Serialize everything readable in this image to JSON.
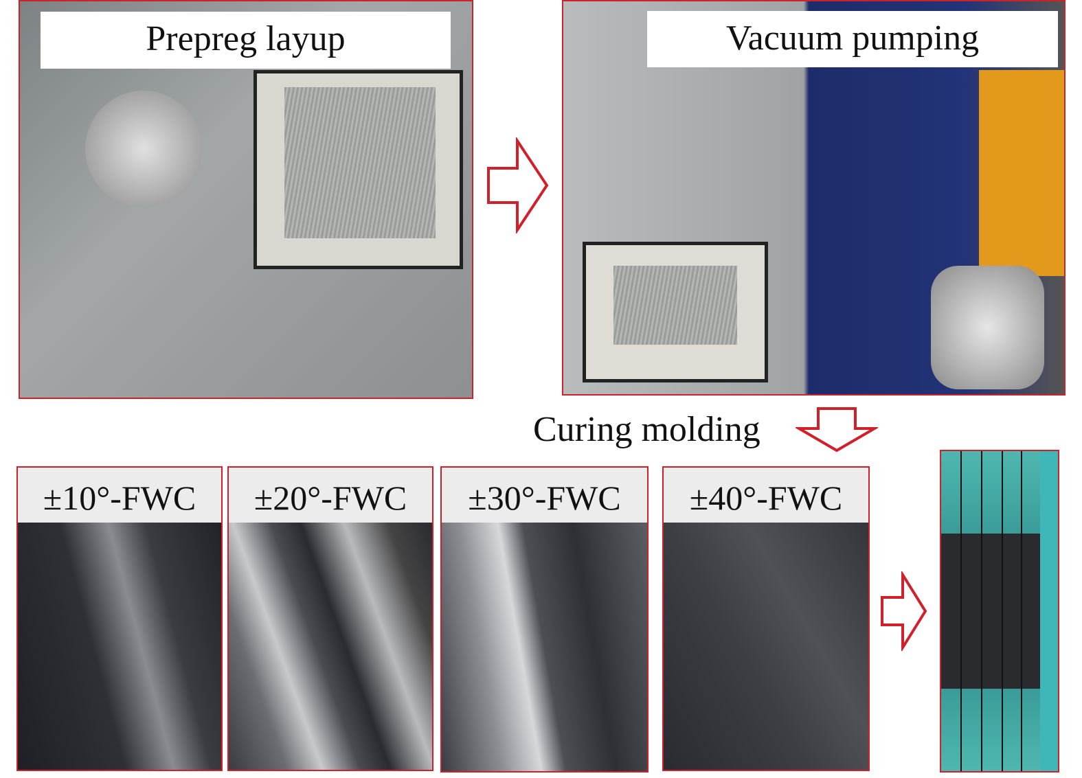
{
  "steps": {
    "layup": "Prepreg layup",
    "vacuum": "Vacuum pumping",
    "curing": "Curing molding"
  },
  "specimens": [
    {
      "label": "±10°-FWC"
    },
    {
      "label": "±20°-FWC"
    },
    {
      "label": "±30°-FWC"
    },
    {
      "label": "±40°-FWC"
    }
  ],
  "colors": {
    "arrow": "#d0202a",
    "border": "#d0202a"
  }
}
